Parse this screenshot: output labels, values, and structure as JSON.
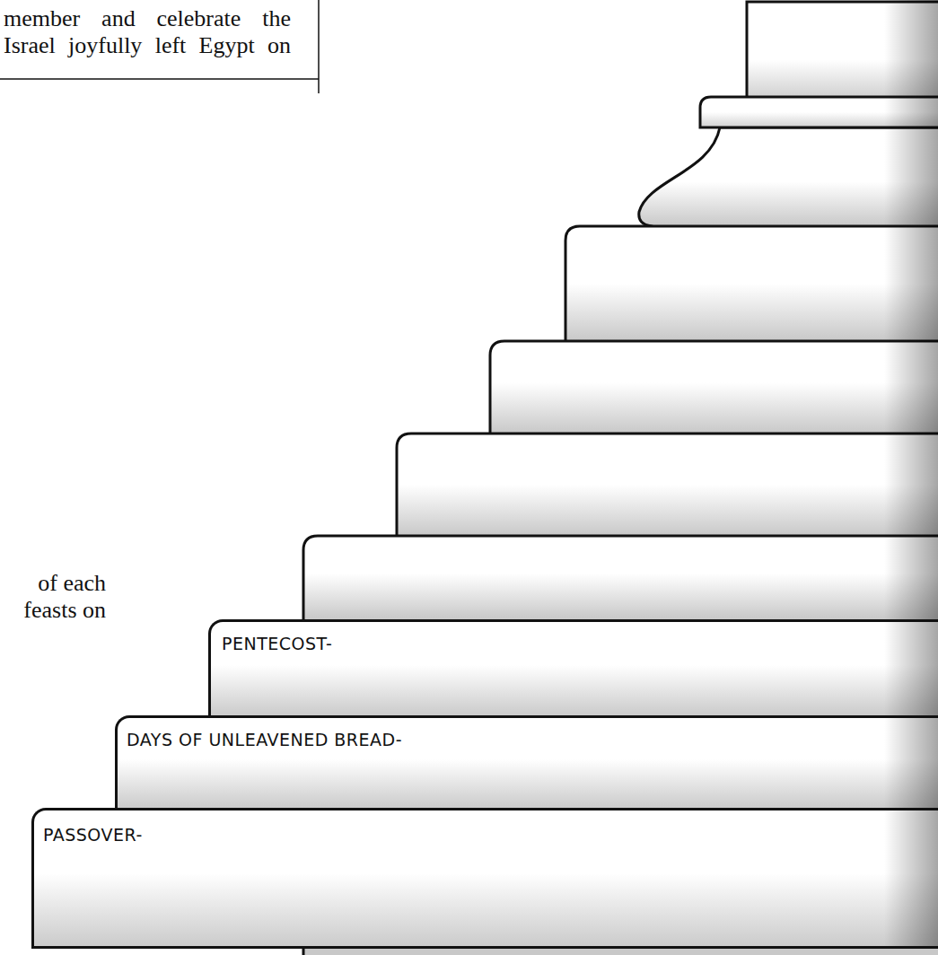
{
  "diagram": {
    "nodes": [
      {
        "text": [
          "PENTECOST-"
        ]
      },
      {
        "text": [
          "DAYS OF UNLEAVENED BREAD-"
        ]
      },
      {
        "text": [
          "PASSOVER-"
        ]
      }
    ],
    "labels": [
      "member and celebrate the Israel joyfully left Egypt on",
      "of each feasts on"
    ]
  }
}
